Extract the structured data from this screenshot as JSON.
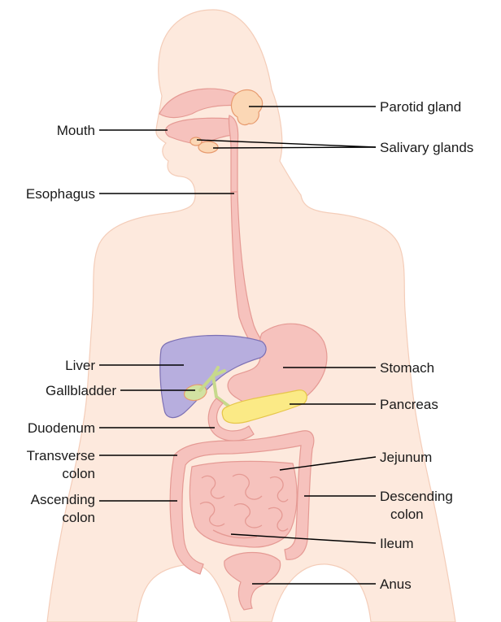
{
  "colors": {
    "skin": "#fde9dd",
    "skin_edge": "#f4cdb9",
    "tract": "#f6c2bd",
    "tract_edge": "#e59a94",
    "gland": "#fbd7b5",
    "gland_edge": "#e79a6e",
    "liver": "#b7aede",
    "liver_edge": "#7c70b4",
    "gallbladder": "#d2e2a2",
    "pancreas": "#fbea86",
    "pancreas_edge": "#e6c64a",
    "leader": "#000000"
  },
  "labels": {
    "parotid_gland": "Parotid gland",
    "mouth": "Mouth",
    "salivary_glands": "Salivary glands",
    "esophagus": "Esophagus",
    "liver": "Liver",
    "stomach": "Stomach",
    "gallbladder": "Gallbladder",
    "pancreas": "Pancreas",
    "duodenum": "Duodenum",
    "transverse_colon_1": "Transverse",
    "transverse_colon_2": "colon",
    "jejunum": "Jejunum",
    "ascending_colon_1": "Ascending",
    "ascending_colon_2": "colon",
    "descending_colon_1": "Descending",
    "descending_colon_2": "colon",
    "ileum": "Ileum",
    "anus": "Anus"
  }
}
